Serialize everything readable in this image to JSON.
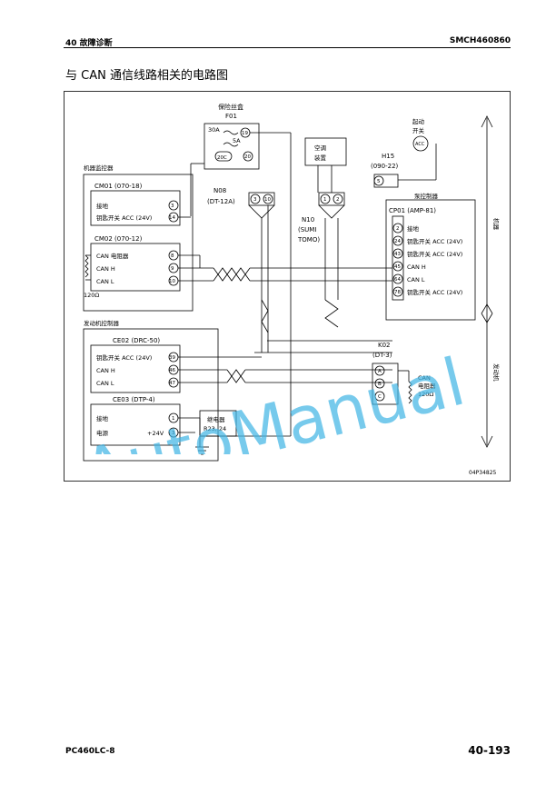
{
  "header": {
    "section": "40 故障诊断",
    "model_code": "SMCH460860"
  },
  "title": "与 CAN 通信线路相关的电路图",
  "diagram": {
    "fuse_box": {
      "label": "保险丝盒",
      "id": "F01",
      "amp_30": "30A",
      "amp_5": "5A",
      "pin_19": "19",
      "pin_20c": "20C",
      "pin_20": "20"
    },
    "ac_unit": {
      "line1": "空调",
      "line2": "装置"
    },
    "start_switch": {
      "line1": "起动",
      "line2": "开关",
      "acc": "ACC"
    },
    "h15": {
      "id": "H15",
      "type": "(090-22)",
      "pin": "5"
    },
    "machine_controller": {
      "label": "机器监控器",
      "cm01": {
        "id": "CM01 (070-18)",
        "pins": [
          {
            "name": "接地",
            "num": "3"
          },
          {
            "name": "钥匙开关 ACC (24V)",
            "num": "14"
          }
        ]
      },
      "cm02": {
        "id": "CM02 (070-12)",
        "pins": [
          {
            "name": "CAN 电阻器",
            "num": "8"
          },
          {
            "name": "CAN H",
            "num": "9"
          },
          {
            "name": "CAN L",
            "num": "10"
          }
        ],
        "resistor": "120Ω"
      }
    },
    "n08": {
      "id": "N08",
      "type": "(DT-12A)",
      "pin_a": "3",
      "pin_b": "10"
    },
    "n10": {
      "id": "N10",
      "type1": "(SUMI",
      "type2": "TOMO)",
      "pin_a": "1",
      "pin_b": "2"
    },
    "pump_controller": {
      "label": "泵控制器",
      "id": "CP01 (AMP-81)",
      "pins": [
        {
          "name": "接地",
          "num": "2"
        },
        {
          "name": "钥匙开关 ACC (24V)",
          "num": "24"
        },
        {
          "name": "钥匙开关 ACC (24V)",
          "num": "43"
        },
        {
          "name": "CAN H",
          "num": "45"
        },
        {
          "name": "CAN L",
          "num": "64"
        },
        {
          "name": "钥匙开关 ACC (24V)",
          "num": "78"
        }
      ]
    },
    "engine_controller": {
      "label": "发动机控制器",
      "ce02": {
        "id": "CE02 (DRC-50)",
        "pins": [
          {
            "name": "钥匙开关 ACC (24V)",
            "num": "39"
          },
          {
            "name": "CAN H",
            "num": "46"
          },
          {
            "name": "CAN L",
            "num": "47"
          }
        ]
      },
      "ce03": {
        "id": "CE03 (DTP-4)",
        "pins": [
          {
            "name": "接地",
            "num": "1"
          },
          {
            "name": "电源",
            "value": "+24V",
            "num": "3"
          }
        ]
      }
    },
    "k02": {
      "id": "K02",
      "type": "(DT-3)",
      "pins": [
        "A",
        "B",
        "C"
      ],
      "res_line1": "CAN",
      "res_line2": "电阻器",
      "res_value": "120Ω"
    },
    "relay": {
      "line1": "继电器",
      "line2": "R23, 24"
    },
    "side_labels": {
      "top": "机器",
      "bottom": "发动机"
    },
    "figure_code": "04P34825"
  },
  "watermark": "AutoManual",
  "footer": {
    "model": "PC460LC-8",
    "page": "40-193"
  }
}
